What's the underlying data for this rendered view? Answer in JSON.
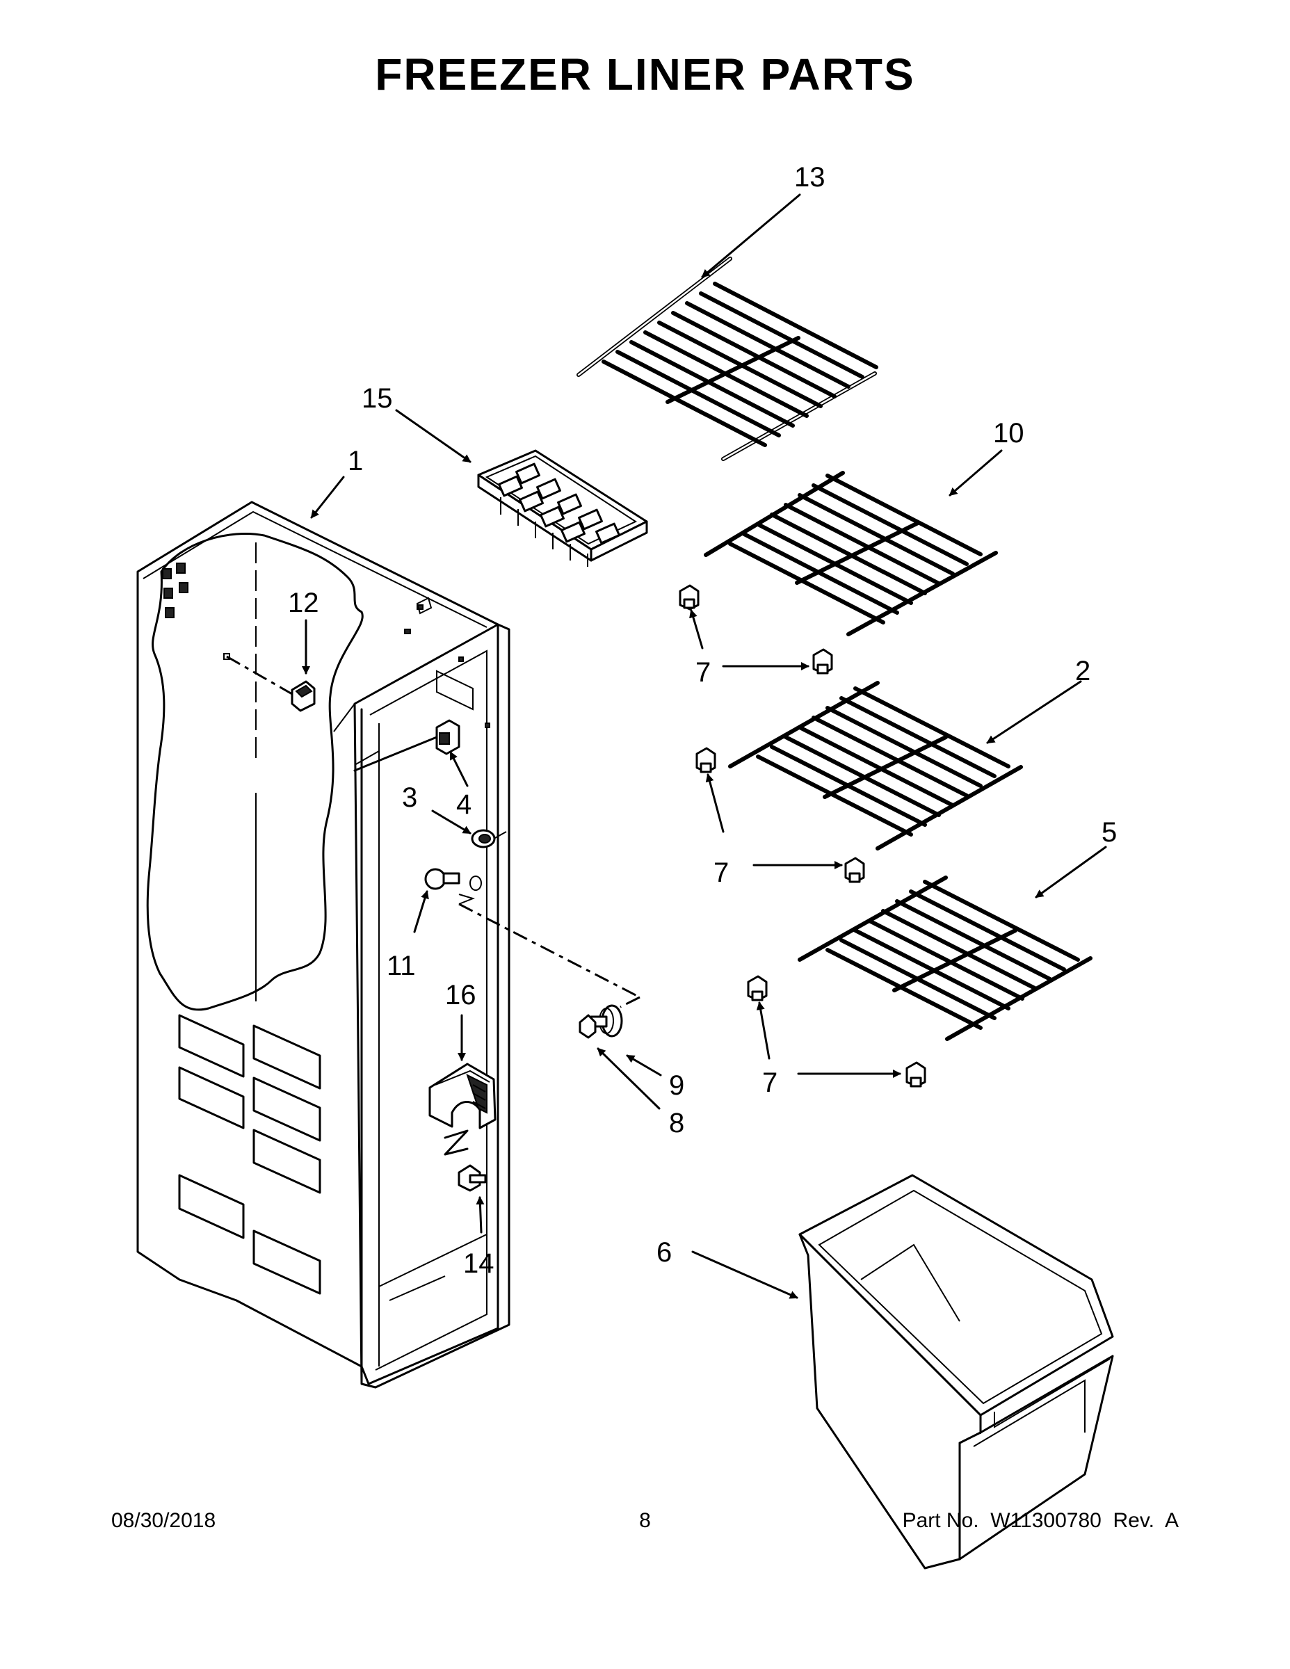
{
  "page": {
    "title": "FREEZER LINER PARTS",
    "date": "08/30/2018",
    "page_number": "8",
    "part_number": "Part No.  W11300780  Rev.  A"
  },
  "callouts": {
    "c1": "1",
    "c2": "2",
    "c3": "3",
    "c4": "4",
    "c5": "5",
    "c6": "6",
    "c7a": "7",
    "c7b": "7",
    "c7c": "7",
    "c8": "8",
    "c9": "9",
    "c10": "10",
    "c11": "11",
    "c12": "12",
    "c13": "13",
    "c14": "14",
    "c15": "15",
    "c16": "16"
  },
  "colors": {
    "line": "#000000",
    "background": "#ffffff"
  }
}
